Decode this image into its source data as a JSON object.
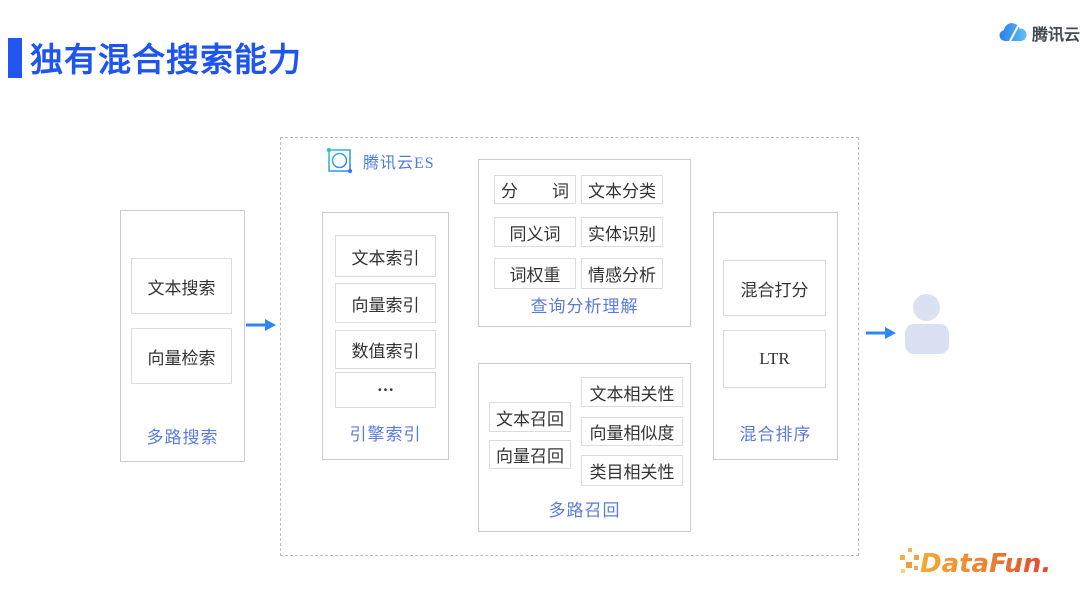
{
  "header": {
    "title": "独有混合搜索能力",
    "brand": "腾讯云"
  },
  "diagram": {
    "search_panel": {
      "items": [
        "文本搜索",
        "向量检索"
      ],
      "label": "多路搜索"
    },
    "es_badge": {
      "label": "腾讯云ES"
    },
    "engine_panel": {
      "items": [
        "文本索引",
        "向量索引",
        "数值索引",
        "···"
      ],
      "label": "引擎索引"
    },
    "query_panel": {
      "items": [
        "分　　词",
        "文本分类",
        "同义词",
        "实体识别",
        "词权重",
        "情感分析"
      ],
      "label": "查询分析理解"
    },
    "recall_panel": {
      "left_items": [
        "文本召回",
        "向量召回"
      ],
      "right_items": [
        "文本相关性",
        "向量相似度",
        "类目相关性"
      ],
      "label": "多路召回"
    },
    "rank_panel": {
      "items": [
        "混合打分",
        "LTR"
      ],
      "label": "混合排序"
    }
  },
  "footer": {
    "brand": "DataFun."
  },
  "colors": {
    "title_blue": "#1d55ee",
    "label_blue": "#5b7cdc",
    "es_label_blue": "#4d7ce8",
    "arrow_blue": "#2f86f4",
    "person_fill": "#d9e1f2",
    "datafun_orange": "#f3ab33",
    "datafun_red": "#e0452c"
  }
}
